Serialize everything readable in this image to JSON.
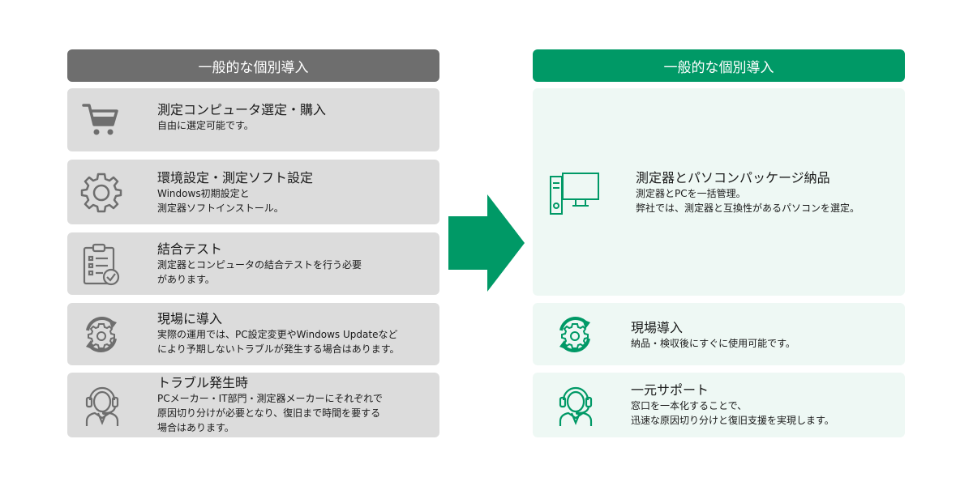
{
  "left": {
    "header": "一般的な個別導入",
    "cards": [
      {
        "icon": "shopping-cart-icon",
        "title": "測定コンピュータ選定・購入",
        "desc": "自由に選定可能です。"
      },
      {
        "icon": "gear-icon",
        "title": "環境設定・測定ソフト設定",
        "desc": "Windows初期設定と\n測定器ソフトインストール。"
      },
      {
        "icon": "clipboard-check-icon",
        "title": "結合テスト",
        "desc": "測定器とコンピュータの結合テストを行う必要\nがあります。"
      },
      {
        "icon": "gear-refresh-icon",
        "title": "現場に導入",
        "desc": "実際の運用では、PC設定変更やWindows Updateなど\nにより予期しないトラブルが発生する場合はあります。"
      },
      {
        "icon": "support-operator-icon",
        "title": "トラブル発生時",
        "desc": "PCメーカー・IT部門・測定器メーカーにそれぞれで\n原因切り分けが必要となり、復旧まで時間を要する\n場合はあります。"
      }
    ]
  },
  "right": {
    "header": "一般的な個別導入",
    "cards": [
      {
        "icon": "desktop-pc-icon",
        "title": "測定器とパソコンパッケージ納品",
        "desc": "測定器とPCを一括管理。\n弊社では、測定器と互換性があるパソコンを選定。"
      },
      {
        "icon": "gear-refresh-icon",
        "title": "現場導入",
        "desc": "納品・検収後にすぐに使用可能です。"
      },
      {
        "icon": "support-operator-icon",
        "title": "一元サポート",
        "desc": "窓口を一本化することで、\n迅速な原因切り分けと復旧支援を実現します。"
      }
    ]
  },
  "colors": {
    "left_header": "#6e6e6e",
    "left_card": "#dcdcdc",
    "right_header": "#009966",
    "right_card": "#eef8f4",
    "arrow": "#009966",
    "left_icon": "#6e6e6e",
    "right_icon": "#009966"
  }
}
